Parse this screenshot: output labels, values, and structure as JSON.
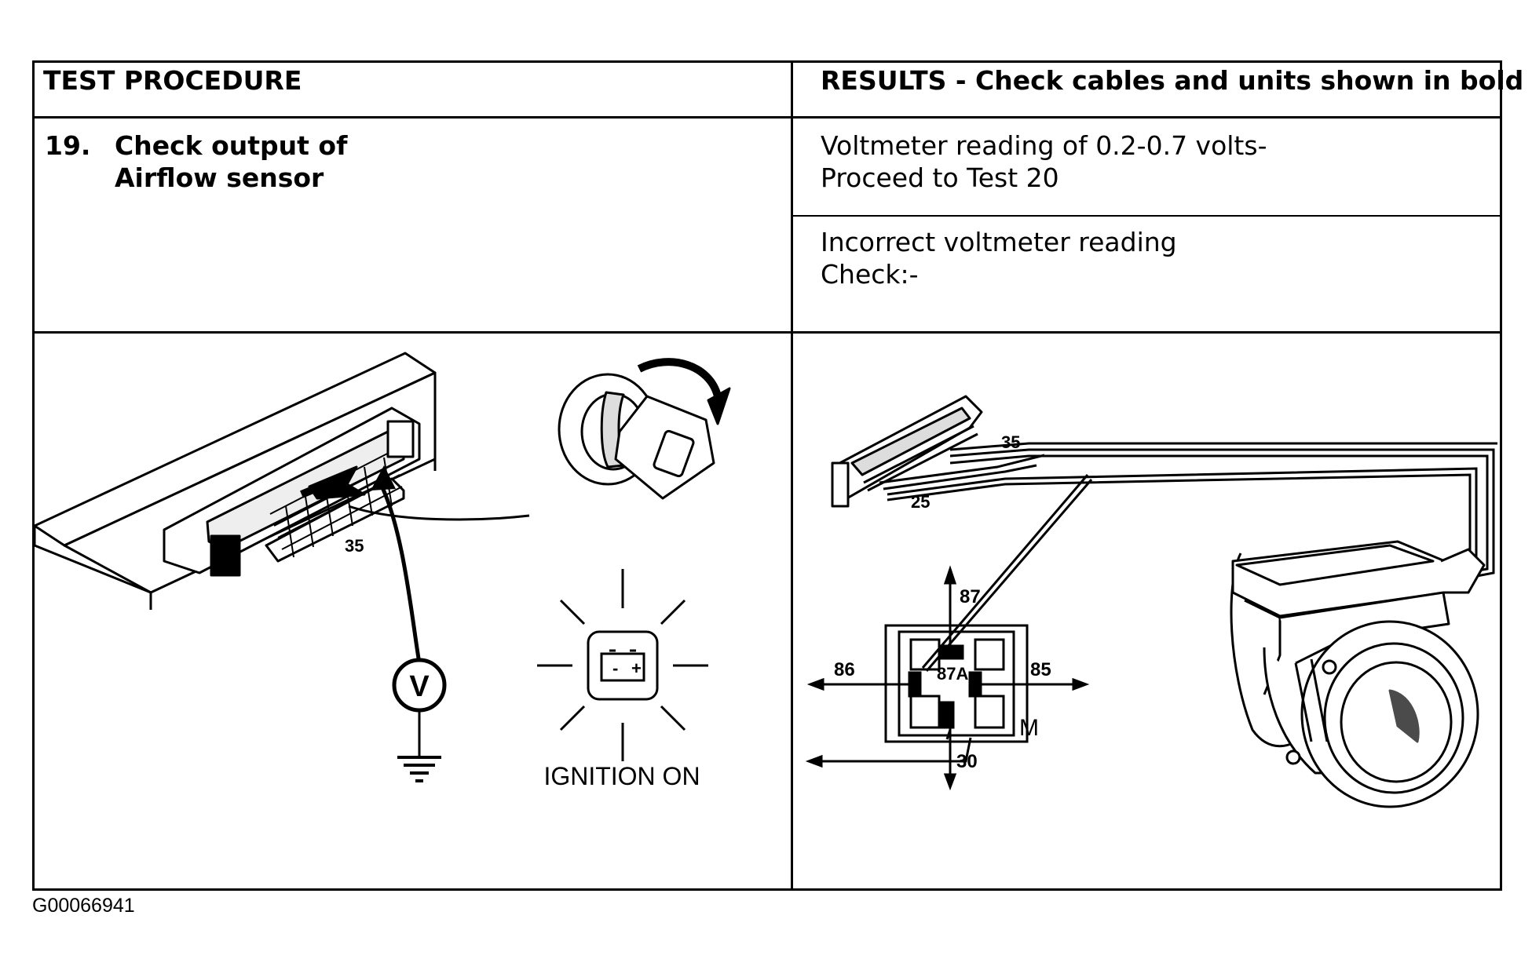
{
  "header": {
    "left_title": "TEST PROCEDURE",
    "right_title": "RESULTS - Check cables and units shown in bold"
  },
  "test": {
    "number": "19.",
    "title_line1": "Check output of",
    "title_line2": "Airflow sensor"
  },
  "results": [
    {
      "line1": "Voltmeter reading of 0.2-0.7 volts-",
      "line2": "Proceed to Test 20"
    },
    {
      "line1": "Incorrect voltmeter reading",
      "line2": "Check:-"
    }
  ],
  "left_diagram": {
    "pin_label": "35",
    "voltmeter_symbol": "V",
    "ignition_label": "IGNITION ON",
    "battery_minus": "-",
    "battery_plus": "+"
  },
  "right_diagram": {
    "connector_pin_top": "35",
    "connector_pin_bottom": "25",
    "relay_pins": [
      "87",
      "86",
      "87A",
      "85",
      "30"
    ],
    "relay_label": "M"
  },
  "footer": {
    "figure_id": "G00066941"
  },
  "icons": [
    "ecu-connector-icon",
    "ignition-key-icon",
    "battery-warning-icon",
    "voltmeter-icon",
    "ground-icon",
    "relay-icon",
    "airflow-sensor-icon"
  ]
}
